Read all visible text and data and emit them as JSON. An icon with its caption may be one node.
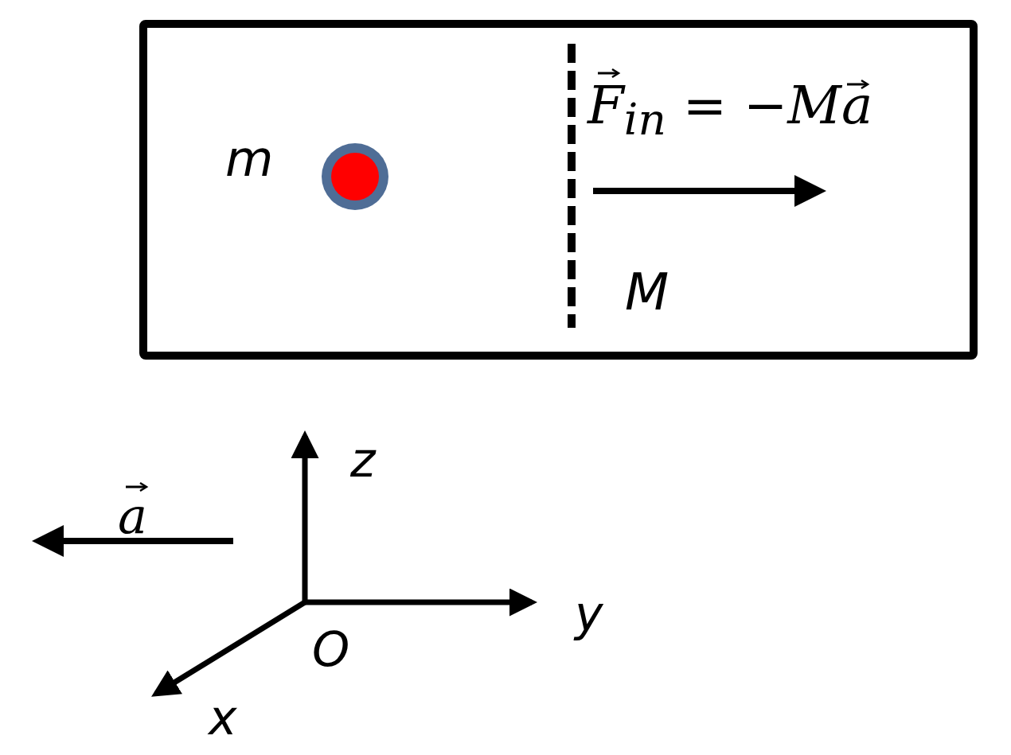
{
  "diagram": {
    "nodes": [
      {
        "text": [
          "M"
        ]
      },
      {
        "text": [],
        "shape": "circle",
        "in": 0,
        "beside": [
          "m"
        ]
      }
    ],
    "edges": [],
    "labels": [
      "F$_{in}$ = −Ma",
      "a",
      "z",
      "y",
      "O",
      "x"
    ]
  }
}
